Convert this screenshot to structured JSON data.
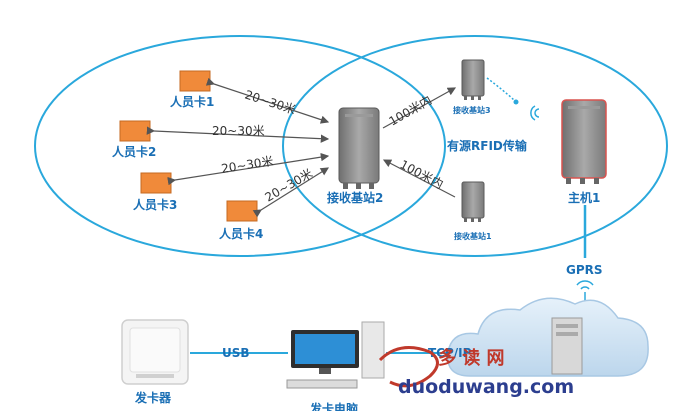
{
  "colors": {
    "ellipse": "#2aa8dc",
    "label": "#1a6fb5",
    "card": "#f08a3a",
    "card_border": "#c56a22",
    "device": "#8c8c8c",
    "device_host_border": "#d9534f",
    "cloud": "#d6e8f5",
    "watermark_red": "#c0392b",
    "watermark_blue": "#2c3e8f"
  },
  "cards": [
    {
      "label": "人员卡1",
      "distance": "20~30米"
    },
    {
      "label": "人员卡2",
      "distance": "20~30米"
    },
    {
      "label": "人员卡3",
      "distance": "20~30米"
    },
    {
      "label": "人员卡4",
      "distance": "20~30米"
    }
  ],
  "base_station_2": {
    "label": "接收基站2"
  },
  "base_station_3": {
    "label": "接收基站3",
    "distance": "100米内"
  },
  "base_station_1": {
    "label": "接收基站1",
    "distance": "100米内"
  },
  "rfid_label": "有源RFID传输",
  "host": {
    "label": "主机1"
  },
  "gprs_label": "GPRS",
  "card_issuer": {
    "label": "发卡器"
  },
  "usb_label": "USB",
  "pc": {
    "label": "发卡电脑"
  },
  "tcpip_label": "TCP/IP",
  "watermark": {
    "chars": "多 读 网",
    "url": "duoduwang.com"
  },
  "icons": [
    "antenna-icon",
    "wifi-signal-icon",
    "cloud-icon",
    "server-icon",
    "monitor-icon",
    "keyboard-icon"
  ]
}
